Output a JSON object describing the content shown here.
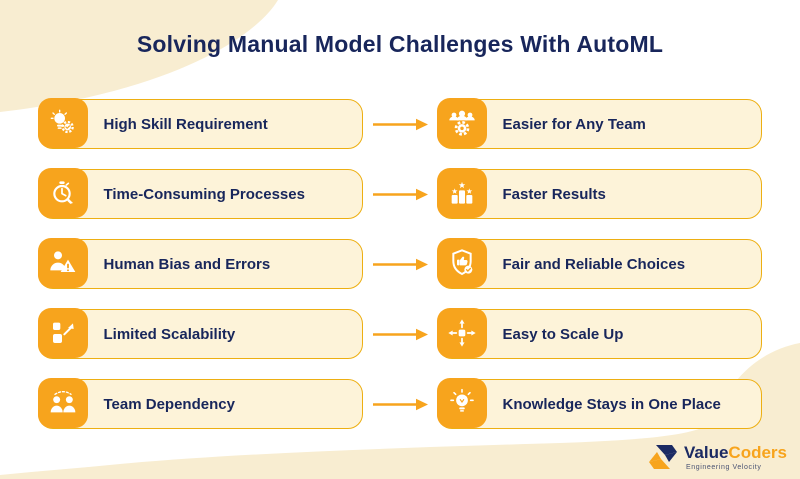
{
  "title": "Solving Manual Model Challenges With AutoML",
  "rows": [
    {
      "challenge": "High Skill Requirement",
      "challenge_icon": "lightbulb-gear-icon",
      "solution": "Easier for Any Team",
      "solution_icon": "team-gear-icon"
    },
    {
      "challenge": "Time-Consuming Processes",
      "challenge_icon": "stopwatch-icon",
      "solution": "Faster Results",
      "solution_icon": "podium-stars-icon"
    },
    {
      "challenge": "Human Bias and Errors",
      "challenge_icon": "person-warning-icon",
      "solution": "Fair and Reliable Choices",
      "solution_icon": "shield-check-icon"
    },
    {
      "challenge": "Limited Scalability",
      "challenge_icon": "expand-squares-icon",
      "solution": "Easy to Scale Up",
      "solution_icon": "move-arrows-icon"
    },
    {
      "challenge": "Team Dependency",
      "challenge_icon": "two-people-icon",
      "solution": "Knowledge Stays in One Place",
      "solution_icon": "lightbulb-rays-icon"
    }
  ],
  "footer": {
    "brand_value": "Value",
    "brand_coders": "Coders",
    "tagline": "Engineering Velocity"
  },
  "colors": {
    "accent_orange": "#F7A41D",
    "gold_border": "#EDAF12",
    "pill_bg": "#FDF3D9",
    "cream_blob": "#F8EDD1",
    "navy": "#18265B",
    "icon_glyph": "#FFFFFF"
  }
}
